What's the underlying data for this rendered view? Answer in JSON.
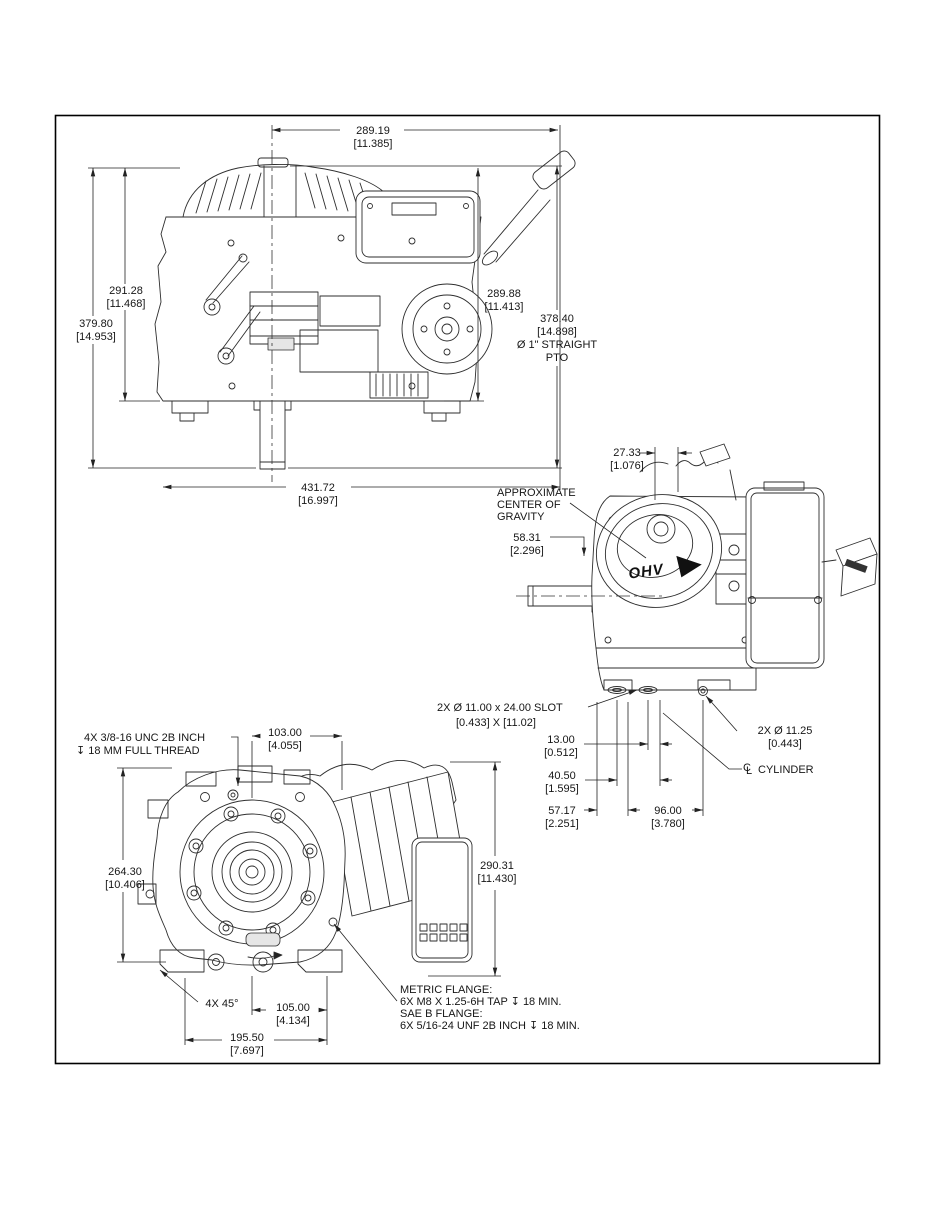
{
  "colors": {
    "line": "#2e2e2e",
    "dim": "#222222",
    "text": "#161616",
    "bg": "#ffffff"
  },
  "top_view": {
    "w_top_mm": "289.19",
    "w_top_in": "[11.385]",
    "h1_mm": "291.28",
    "h1_in": "[11.468]",
    "h2_mm": "379.80",
    "h2_in": "[14.953]",
    "h3_mm": "289.88",
    "h3_in": "[11.413]",
    "h4_mm": "378.40",
    "h4_in": "[14.898]",
    "h4_note1": "Ø 1\" STRAIGHT",
    "h4_note2": "PTO",
    "w_bot_mm": "431.72",
    "w_bot_in": "[16.997]"
  },
  "side_view": {
    "logo": "OHV",
    "cg_line1": "APPROXIMATE",
    "cg_line2": "CENTER OF",
    "cg_line3": "GRAVITY",
    "d27_mm": "27.33",
    "d27_in": "[1.076]",
    "d58_mm": "58.31",
    "d58_in": "[2.296]",
    "slot_line1": "2X Ø 11.00 x 24.00 SLOT",
    "slot_line2": "[0.433] X [11.02]",
    "d13_mm": "13.00",
    "d13_in": "[0.512]",
    "hole_line1": "2X Ø 11.25",
    "hole_line2": "[0.443]",
    "cyl_c": "C",
    "cyl_l": "L",
    "cyl_label": "CYLINDER",
    "d40_mm": "40.50",
    "d40_in": "[1.595]",
    "d57_mm": "57.17",
    "d57_in": "[2.251]",
    "d96_mm": "96.00",
    "d96_in": "[3.780]"
  },
  "pto_view": {
    "thread_line1": "4X 3/8-16 UNC 2B INCH",
    "thread_line2": "↧ 18 MM FULL THREAD",
    "d103_mm": "103.00",
    "d103_in": "[4.055]",
    "d264_mm": "264.30",
    "d264_in": "[10.406]",
    "d290_mm": "290.31",
    "d290_in": "[11.430]",
    "chamfer": "4X 45°",
    "d105_mm": "105.00",
    "d105_in": "[4.134]",
    "d195_mm": "195.50",
    "d195_in": "[7.697]",
    "flange_line1": "METRIC FLANGE:",
    "flange_line2": "6X M8 X 1.25-6H TAP ↧ 18 MIN.",
    "flange_line3": "SAE B FLANGE:",
    "flange_line4": "6X 5/16-24 UNF 2B INCH ↧ 18 MIN."
  }
}
